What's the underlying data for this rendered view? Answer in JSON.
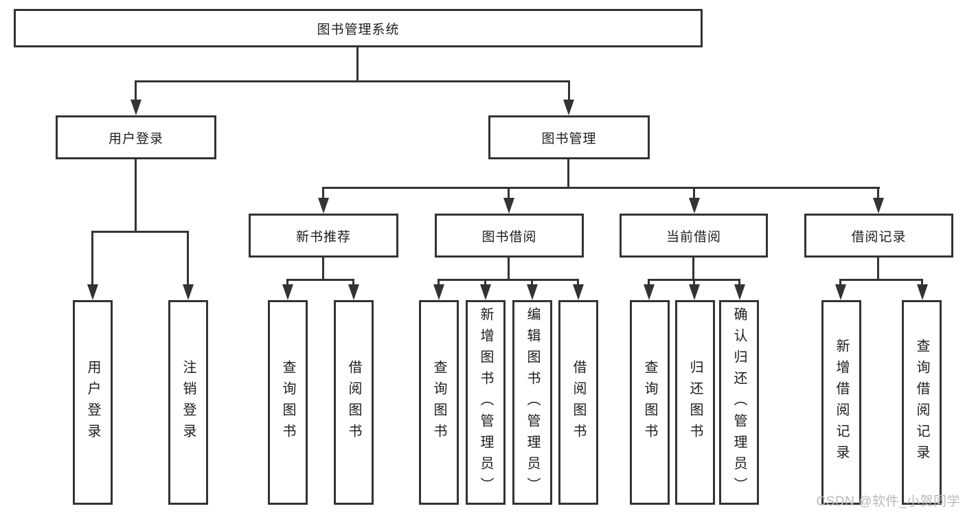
{
  "diagram": {
    "type": "hierarchy-tree",
    "tree": {
      "label": "图书管理系统",
      "children": [
        {
          "label": "用户登录",
          "children": [
            {
              "label": "用户登录"
            },
            {
              "label": "注销登录"
            }
          ]
        },
        {
          "label": "图书管理",
          "children": [
            {
              "label": "新书推荐",
              "children": [
                {
                  "label": "查询图书"
                },
                {
                  "label": "借阅图书"
                }
              ]
            },
            {
              "label": "图书借阅",
              "children": [
                {
                  "label": "查询图书"
                },
                {
                  "label": "新增图书（管理员）"
                },
                {
                  "label": "编辑图书（管理员）"
                },
                {
                  "label": "借阅图书"
                }
              ]
            },
            {
              "label": "当前借阅",
              "children": [
                {
                  "label": "查询图书"
                },
                {
                  "label": "归还图书"
                },
                {
                  "label": "确认归还（管理员）"
                }
              ]
            },
            {
              "label": "借阅记录",
              "children": [
                {
                  "label": "新增借阅记录"
                },
                {
                  "label": "查询借阅记录"
                }
              ]
            }
          ]
        }
      ]
    },
    "colors": {
      "line": "#333333",
      "text": "#1d1d1d",
      "background": "#ffffff",
      "watermark_color": "#b9b9b9"
    },
    "watermark": "CSDN @软件_小贺同学"
  }
}
